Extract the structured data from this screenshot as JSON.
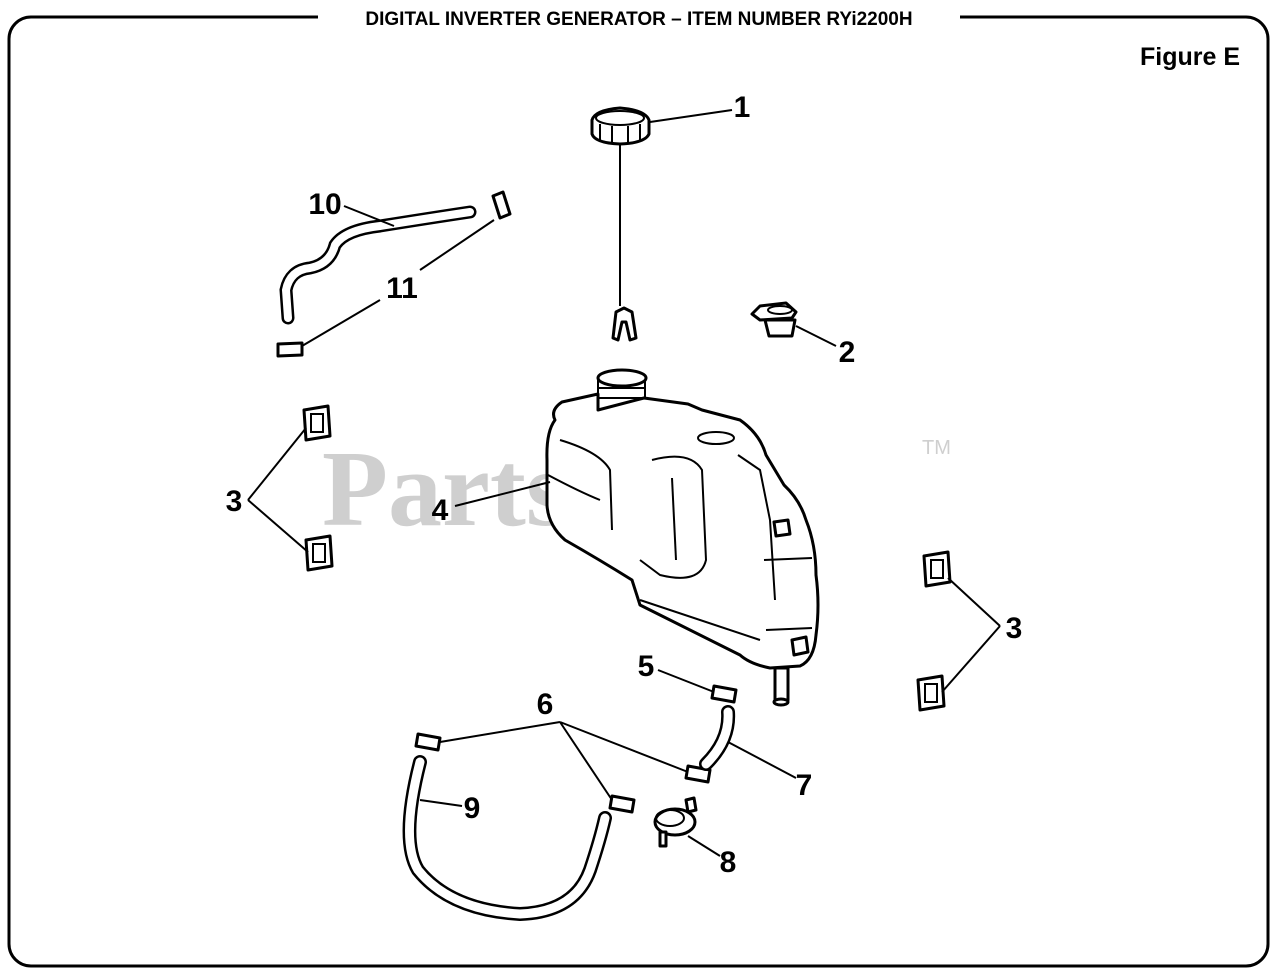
{
  "header": {
    "title": "DIGITAL INVERTER GENERATOR – ITEM NUMBER RYi2200H",
    "figure_label": "Figure E"
  },
  "watermark": {
    "text": "PartsTree",
    "trademark": "TM"
  },
  "callouts": [
    "1",
    "2",
    "3",
    "3",
    "4",
    "5",
    "6",
    "7",
    "8",
    "9",
    "10",
    "11"
  ],
  "parts": [
    "fuel-cap",
    "vent-cap",
    "clip",
    "fuel-tank",
    "hose-clamp",
    "fuel-line",
    "fuel-filter",
    "hose",
    "hose-clamp-small"
  ]
}
